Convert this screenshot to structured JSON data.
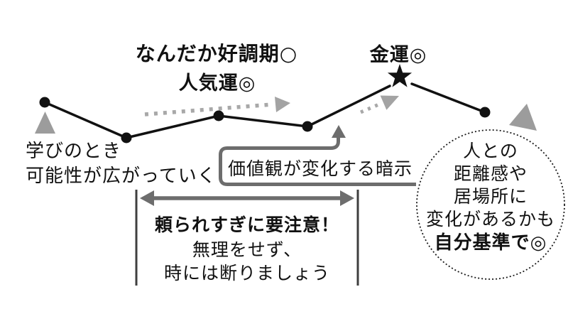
{
  "labels": {
    "good_period": "なんだか好調期○",
    "popularity": "人気運◎",
    "money": "金運◎"
  },
  "annotations": {
    "learning_line1": "学びのとき",
    "learning_line2": "可能性が広がっていく",
    "values_change": "価値観が変化する暗示",
    "caution_headline": "頼られすぎに要注意！",
    "caution_line1": "無理をせず、",
    "caution_line2": "時には断りましょう",
    "relationship_line1": "人との",
    "relationship_line2": "距離感や",
    "relationship_line3": "居場所に",
    "relationship_line4": "変化があるかも",
    "relationship_bold": "自分基準で◎"
  },
  "graph": {
    "type": "fortune-trend-line",
    "markers": [
      "dot",
      "dot",
      "dot",
      "dot",
      "star-peak",
      "dot"
    ],
    "icons": {
      "peak": "star-icon",
      "start": "up-triangle-icon",
      "end": "tilted-triangle-icon",
      "trend_hints": "dotted-arrow-icon"
    },
    "colors": {
      "line": "#111111",
      "dark_arrow": "#6d6d6d",
      "light_gray": "#a3a3a3",
      "triangle": "#9c9c9c"
    }
  }
}
